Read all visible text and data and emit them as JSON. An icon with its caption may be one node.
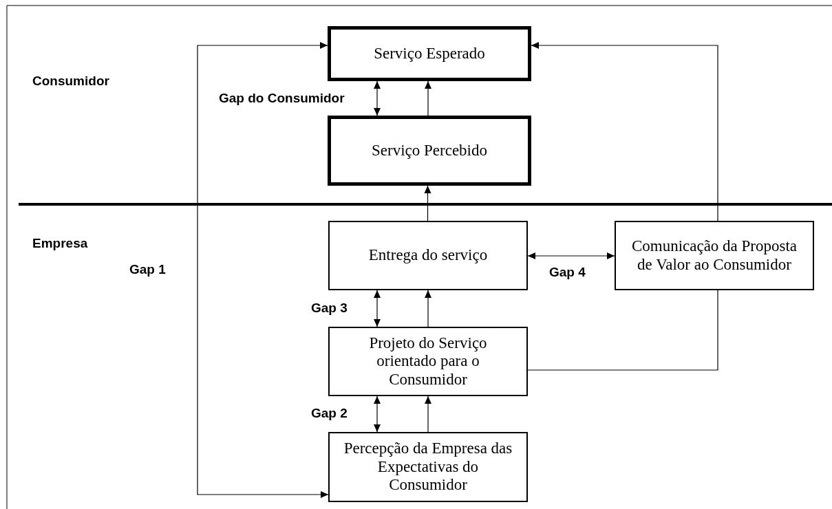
{
  "diagram": {
    "nodes": [
      {
        "text": [
          "Serviço Esperado"
        ]
      },
      {
        "text": [
          "Serviço Percebido"
        ]
      },
      {
        "text": [
          "Entrega do serviço"
        ]
      },
      {
        "text": [
          "Comunicação da Proposta de Valor ao Consumidor"
        ]
      },
      {
        "text": [
          "Projeto do Serviço orientado para o Consumidor"
        ]
      },
      {
        "text": [
          "Percepção da Empresa das Expectativas do Consumidor"
        ]
      }
    ],
    "edges": [
      {
        "from": 5,
        "to": 0,
        "arrow": "both",
        "label": "Gap 1"
      },
      {
        "from": 1,
        "to": 0,
        "arrow": "both",
        "label": "Gap do Consumidor"
      },
      {
        "from": 1,
        "to": 0,
        "arrow": "to"
      },
      {
        "from": 2,
        "to": 1,
        "arrow": "to"
      },
      {
        "from": 4,
        "to": 2,
        "arrow": "both",
        "label": "Gap 3"
      },
      {
        "from": 4,
        "to": 2,
        "arrow": "to"
      },
      {
        "from": 5,
        "to": 4,
        "arrow": "both",
        "label": "Gap 2"
      },
      {
        "from": 5,
        "to": 4,
        "arrow": "to"
      },
      {
        "from": 3,
        "to": 2,
        "arrow": "both",
        "label": "Gap 4"
      },
      {
        "from": 4,
        "to": 3,
        "arrow": "none"
      },
      {
        "from": 3,
        "to": 0,
        "arrow": "to"
      }
    ],
    "labels": [
      "Consumidor",
      "Empresa"
    ]
  }
}
